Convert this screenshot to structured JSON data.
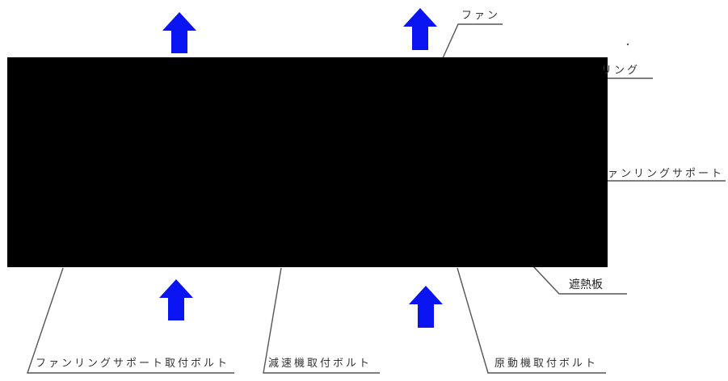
{
  "colors": {
    "arrow": "#0a14f0",
    "block": "#000000",
    "leader": "#555555",
    "text": "#333333"
  },
  "labels": {
    "fan": "ファン",
    "ring": "リング",
    "ring_support": "ァンリングサポート",
    "heat_shield": "遮熱板",
    "ring_support_bolt": "ファンリングサポート取付ボルト",
    "reducer_bolt": "減速機取付ボルト",
    "motor_bolt": "原動機取付ボルト"
  },
  "arrows": [
    {
      "id": "top-left",
      "direction": "up"
    },
    {
      "id": "top-middle",
      "direction": "up"
    },
    {
      "id": "bottom-left",
      "direction": "up"
    },
    {
      "id": "bottom-middle",
      "direction": "up"
    }
  ]
}
